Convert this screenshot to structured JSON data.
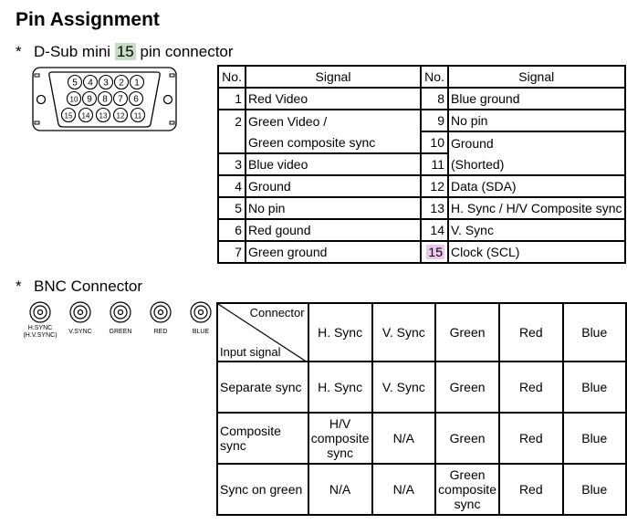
{
  "title": "Pin Assignment",
  "dsub": {
    "bullet": "*",
    "label_pre": "D-Sub mini",
    "label_num": "15",
    "label_post": "pin connector",
    "pins_row1": [
      "5",
      "4",
      "3",
      "2",
      "1"
    ],
    "pins_row2": [
      "10",
      "9",
      "8",
      "7",
      "6"
    ],
    "pins_row3": [
      "15",
      "14",
      "13",
      "12",
      "11"
    ]
  },
  "pin_table": {
    "headers": [
      "No.",
      "Signal",
      "No.",
      "Signal"
    ],
    "left": [
      {
        "no": "1",
        "signal": "Red Video"
      },
      {
        "no": "2",
        "signal": "Green Video /",
        "signal2": "Green composite sync"
      },
      {
        "no": "3",
        "signal": "Blue video"
      },
      {
        "no": "4",
        "signal": "Ground"
      },
      {
        "no": "5",
        "signal": "No pin"
      },
      {
        "no": "6",
        "signal": "Red gound"
      },
      {
        "no": "7",
        "signal": "Green ground"
      }
    ],
    "right": [
      {
        "no": "8",
        "signal": "Blue ground"
      },
      {
        "no": "9",
        "signal": "No pin"
      },
      {
        "no": "10",
        "signal": "Ground"
      },
      {
        "no": "11",
        "signal": "(Shorted)"
      },
      {
        "no": "12",
        "signal": "Data (SDA)"
      },
      {
        "no": "13",
        "signal": "H. Sync / H/V Composite sync"
      },
      {
        "no": "14",
        "signal": "V. Sync"
      },
      {
        "no": "15",
        "signal": "Clock (SCL)"
      }
    ]
  },
  "bnc": {
    "bullet": "*",
    "label": "BNC Connector",
    "connectors": [
      {
        "label": "H.SYNC",
        "label2": "(H.V.SYNC)"
      },
      {
        "label": "V.SYNC"
      },
      {
        "label": "GREEN"
      },
      {
        "label": "RED"
      },
      {
        "label": "BLUE"
      }
    ]
  },
  "bnc_table": {
    "corner_top": "Connector",
    "corner_bottom": "Input signal",
    "headers": [
      "H. Sync",
      "V. Sync",
      "Green",
      "Red",
      "Blue"
    ],
    "rows": [
      {
        "label": "Separate sync",
        "cells": [
          "H. Sync",
          "V. Sync",
          "Green",
          "Red",
          "Blue"
        ]
      },
      {
        "label": "Composite sync",
        "cells": [
          "H/V composite sync",
          "N/A",
          "Green",
          "Red",
          "Blue"
        ]
      },
      {
        "label": "Sync on green",
        "cells": [
          "N/A",
          "N/A",
          "Green composite sync",
          "Red",
          "Blue"
        ]
      }
    ]
  }
}
